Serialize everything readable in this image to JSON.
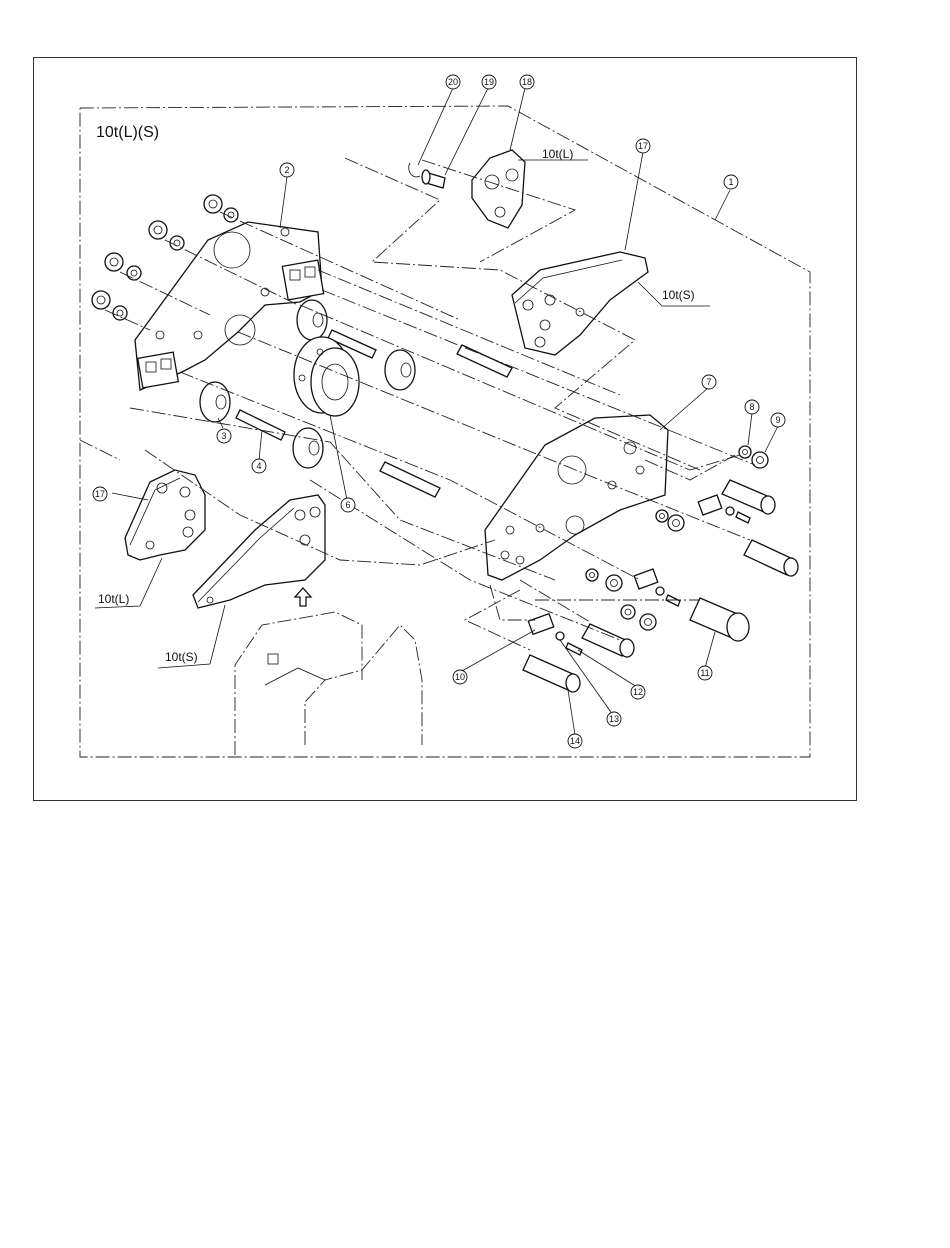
{
  "diagram": {
    "title": "10t(L)(S)",
    "variant_labels": {
      "top_right_L": "10t(L)",
      "top_right_S": "10t(S)",
      "bottom_left_L": "10t(L)",
      "bottom_left_S": "10t(S)"
    },
    "callouts": {
      "c1": "1",
      "c2": "2",
      "c3": "3",
      "c4": "4",
      "c6": "6",
      "c7": "7",
      "c8": "8",
      "c9": "9",
      "c10": "10",
      "c11": "11",
      "c12": "12",
      "c13": "13",
      "c14": "14",
      "c17a": "17",
      "c17b": "17",
      "c18": "18",
      "c19": "19",
      "c20": "20"
    }
  }
}
